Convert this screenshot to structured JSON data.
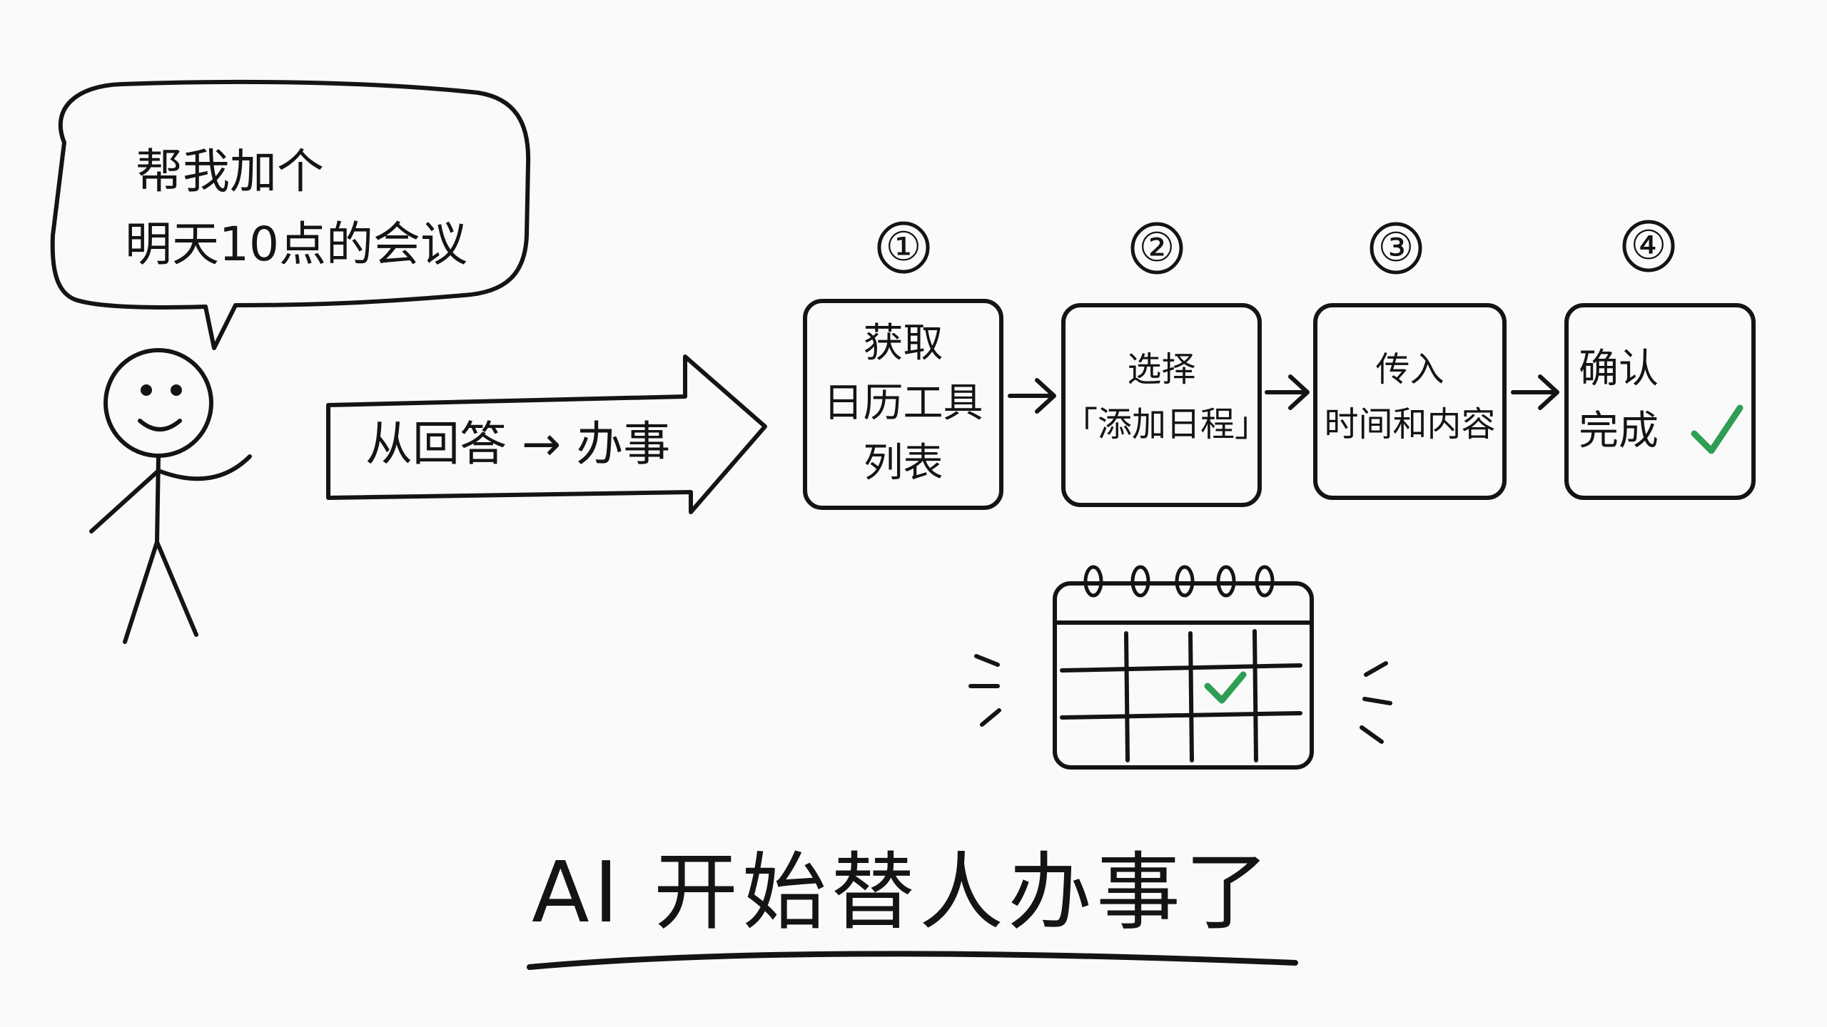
{
  "speech_bubble": {
    "line1": "帮我加个",
    "line2": "明天10点的会议"
  },
  "big_arrow": {
    "from": "从回答",
    "to": "办事"
  },
  "steps": [
    {
      "number": "①",
      "text": "获取\n日历工具\n列表"
    },
    {
      "number": "②",
      "text": "选择\n「添加日程」"
    },
    {
      "number": "③",
      "text": "传入\n时间和内容"
    },
    {
      "number": "④",
      "text": "确认\n完成"
    }
  ],
  "title": "AI 开始替人办事了",
  "colors": {
    "ink": "#141414",
    "check_green": "#2e9e55",
    "background": "#fafafa"
  },
  "icons": [
    "stick-figure",
    "speech-bubble",
    "calendar-icon",
    "check-icon"
  ]
}
